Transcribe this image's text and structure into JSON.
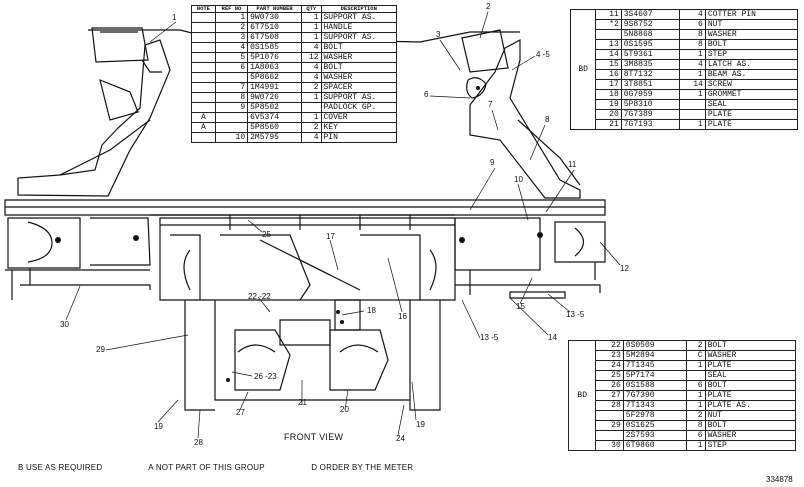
{
  "main_table": {
    "headers": {
      "note": "NOTE",
      "ref": "REF NO",
      "part": "PART NUMBER",
      "qty": "QTY",
      "desc": "DESCRIPTION"
    },
    "rows": [
      {
        "note": "",
        "ref": "1",
        "part": "9W0730",
        "qty": "1",
        "desc": "SUPPORT AS."
      },
      {
        "note": "",
        "ref": "2",
        "part": "6T7510",
        "qty": "1",
        "desc": "HANDLE"
      },
      {
        "note": "",
        "ref": "3",
        "part": "6T7508",
        "qty": "1",
        "desc": "SUPPORT AS."
      },
      {
        "note": "",
        "ref": "4",
        "part": "0S1585",
        "qty": "4",
        "desc": "BOLT"
      },
      {
        "note": "",
        "ref": "5",
        "part": "5P1076",
        "qty": "12",
        "desc": "WASHER"
      },
      {
        "note": "",
        "ref": "6",
        "part": "1A8063",
        "qty": "4",
        "desc": "BOLT"
      },
      {
        "note": "",
        "ref": "",
        "part": "5P8662",
        "qty": "4",
        "desc": "WASHER"
      },
      {
        "note": "",
        "ref": "7",
        "part": "1M4991",
        "qty": "2",
        "desc": "SPACER"
      },
      {
        "note": "",
        "ref": "8",
        "part": "9W0726",
        "qty": "1",
        "desc": "SUPPORT AS."
      },
      {
        "note": "",
        "ref": "9",
        "part": "5P8502",
        "qty": "",
        "desc": "PADLOCK GP."
      },
      {
        "note": "A",
        "ref": "",
        "part": "6V5374",
        "qty": "1",
        "desc": "COVER"
      },
      {
        "note": "A",
        "ref": "",
        "part": "5P8560",
        "qty": "2",
        "desc": "KEY"
      },
      {
        "note": "",
        "ref": "10",
        "part": "2M5795",
        "qty": "4",
        "desc": "PIN"
      }
    ]
  },
  "right_table_1": {
    "group_note": "BD",
    "rows": [
      {
        "ref": "11",
        "part": "3S4607",
        "qty": "4",
        "desc": "COTTER PIN"
      },
      {
        "ref": "*2",
        "part": "9S8752",
        "qty": "6",
        "desc": "NUT"
      },
      {
        "ref": "",
        "part": "5N8868",
        "qty": "8",
        "desc": "WASHER"
      },
      {
        "ref": "13",
        "part": "0S1595",
        "qty": "8",
        "desc": "BOLT"
      },
      {
        "ref": "14",
        "part": "5T9361",
        "qty": "1",
        "desc": "STEP"
      },
      {
        "ref": "15",
        "part": "3M8835",
        "qty": "4",
        "desc": "LATCH AS."
      },
      {
        "ref": "16",
        "part": "8T7132",
        "qty": "1",
        "desc": "BEAM AS."
      },
      {
        "ref": "17",
        "part": "3T8851",
        "qty": "14",
        "desc": "SCREW"
      },
      {
        "ref": "18",
        "part": "0G7959",
        "qty": "1",
        "desc": "GROMMET"
      },
      {
        "ref": "19",
        "part": "5P8310",
        "qty": "",
        "desc": "SEAL"
      },
      {
        "ref": "20",
        "part": "7G7389",
        "qty": "",
        "desc": "PLATE"
      },
      {
        "ref": "21",
        "part": "7G7193",
        "qty": "1",
        "desc": "PLATE"
      }
    ]
  },
  "right_table_2": {
    "group_note": "BD",
    "rows": [
      {
        "ref": "22",
        "part": "0S0509",
        "qty": "2",
        "desc": "BOLT"
      },
      {
        "ref": "23",
        "part": "5M2894",
        "qty": "C",
        "desc": "WASHER"
      },
      {
        "ref": "24",
        "part": "7T1345",
        "qty": "1",
        "desc": "PLATE"
      },
      {
        "ref": "25",
        "part": "5P7174",
        "qty": "",
        "desc": "SEAL"
      },
      {
        "ref": "26",
        "part": "0S1588",
        "qty": "6",
        "desc": "BOLT"
      },
      {
        "ref": "27",
        "part": "7G7390",
        "qty": "1",
        "desc": "PLATE"
      },
      {
        "ref": "28",
        "part": "7T1343",
        "qty": "1",
        "desc": "PLATE AS."
      },
      {
        "ref": "",
        "part": "5F2978",
        "qty": "2",
        "desc": "NUT"
      },
      {
        "ref": "29",
        "part": "0S1625",
        "qty": "8",
        "desc": "BOLT"
      },
      {
        "ref": "",
        "part": "2S7593",
        "qty": "6",
        "desc": "WASHER"
      },
      {
        "ref": "30",
        "part": "6T9860",
        "qty": "1",
        "desc": "STEP"
      }
    ]
  },
  "callouts": [
    "1",
    "2",
    "3",
    "4 -5",
    "6",
    "7",
    "8",
    "9",
    "10",
    "11",
    "12",
    "13 -5",
    "13 -5",
    "14",
    "15",
    "16",
    "17",
    "18",
    "19",
    "19",
    "20",
    "21",
    "22 -22",
    "26 -23",
    "27",
    "28",
    "29",
    "30",
    "25",
    "24"
  ],
  "view_label": "FRONT VIEW",
  "legend": {
    "b": "B  USE AS REQUIRED",
    "a": "A  NOT PART OF THIS GROUP",
    "d": "D  ORDER BY THE METER"
  },
  "doc_number": "334878",
  "colors": {
    "ink": "#111111",
    "paper": "#ffffff"
  }
}
